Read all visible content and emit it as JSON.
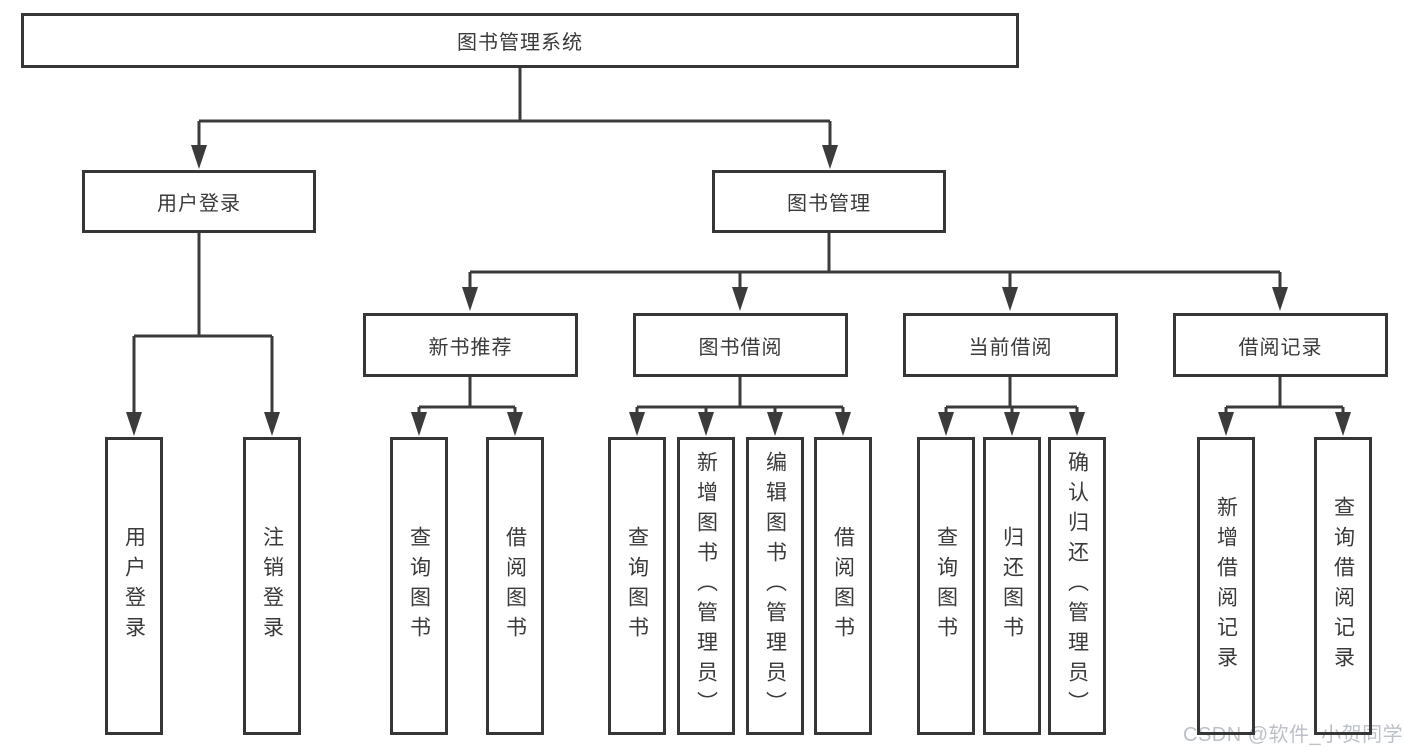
{
  "tree": {
    "root": {
      "label": "图书管理系统"
    },
    "level2": [
      {
        "label": "用户登录",
        "children": [
          {
            "label": "用户登录"
          },
          {
            "label": "注销登录"
          }
        ]
      },
      {
        "label": "图书管理",
        "children": [
          {
            "label": "新书推荐",
            "children": [
              {
                "label": "查询图书"
              },
              {
                "label": "借阅图书"
              }
            ]
          },
          {
            "label": "图书借阅",
            "children": [
              {
                "label": "查询图书"
              },
              {
                "label": "新增图书（管理员）"
              },
              {
                "label": "编辑图书（管理员）"
              },
              {
                "label": "借阅图书"
              }
            ]
          },
          {
            "label": "当前借阅",
            "children": [
              {
                "label": "查询图书"
              },
              {
                "label": "归还图书"
              },
              {
                "label": "确认归还（管理员）"
              }
            ]
          },
          {
            "label": "借阅记录",
            "children": [
              {
                "label": "新增借阅记录"
              },
              {
                "label": "查询借阅记录"
              }
            ]
          }
        ]
      }
    ]
  },
  "watermark": {
    "text": "CSDN @软件_小贺同学"
  },
  "colors": {
    "line": "#3b3b3b",
    "box_border": "#363636",
    "text": "#3a3a3a",
    "background": "#ffffff",
    "watermark": "#bcc1c8"
  }
}
